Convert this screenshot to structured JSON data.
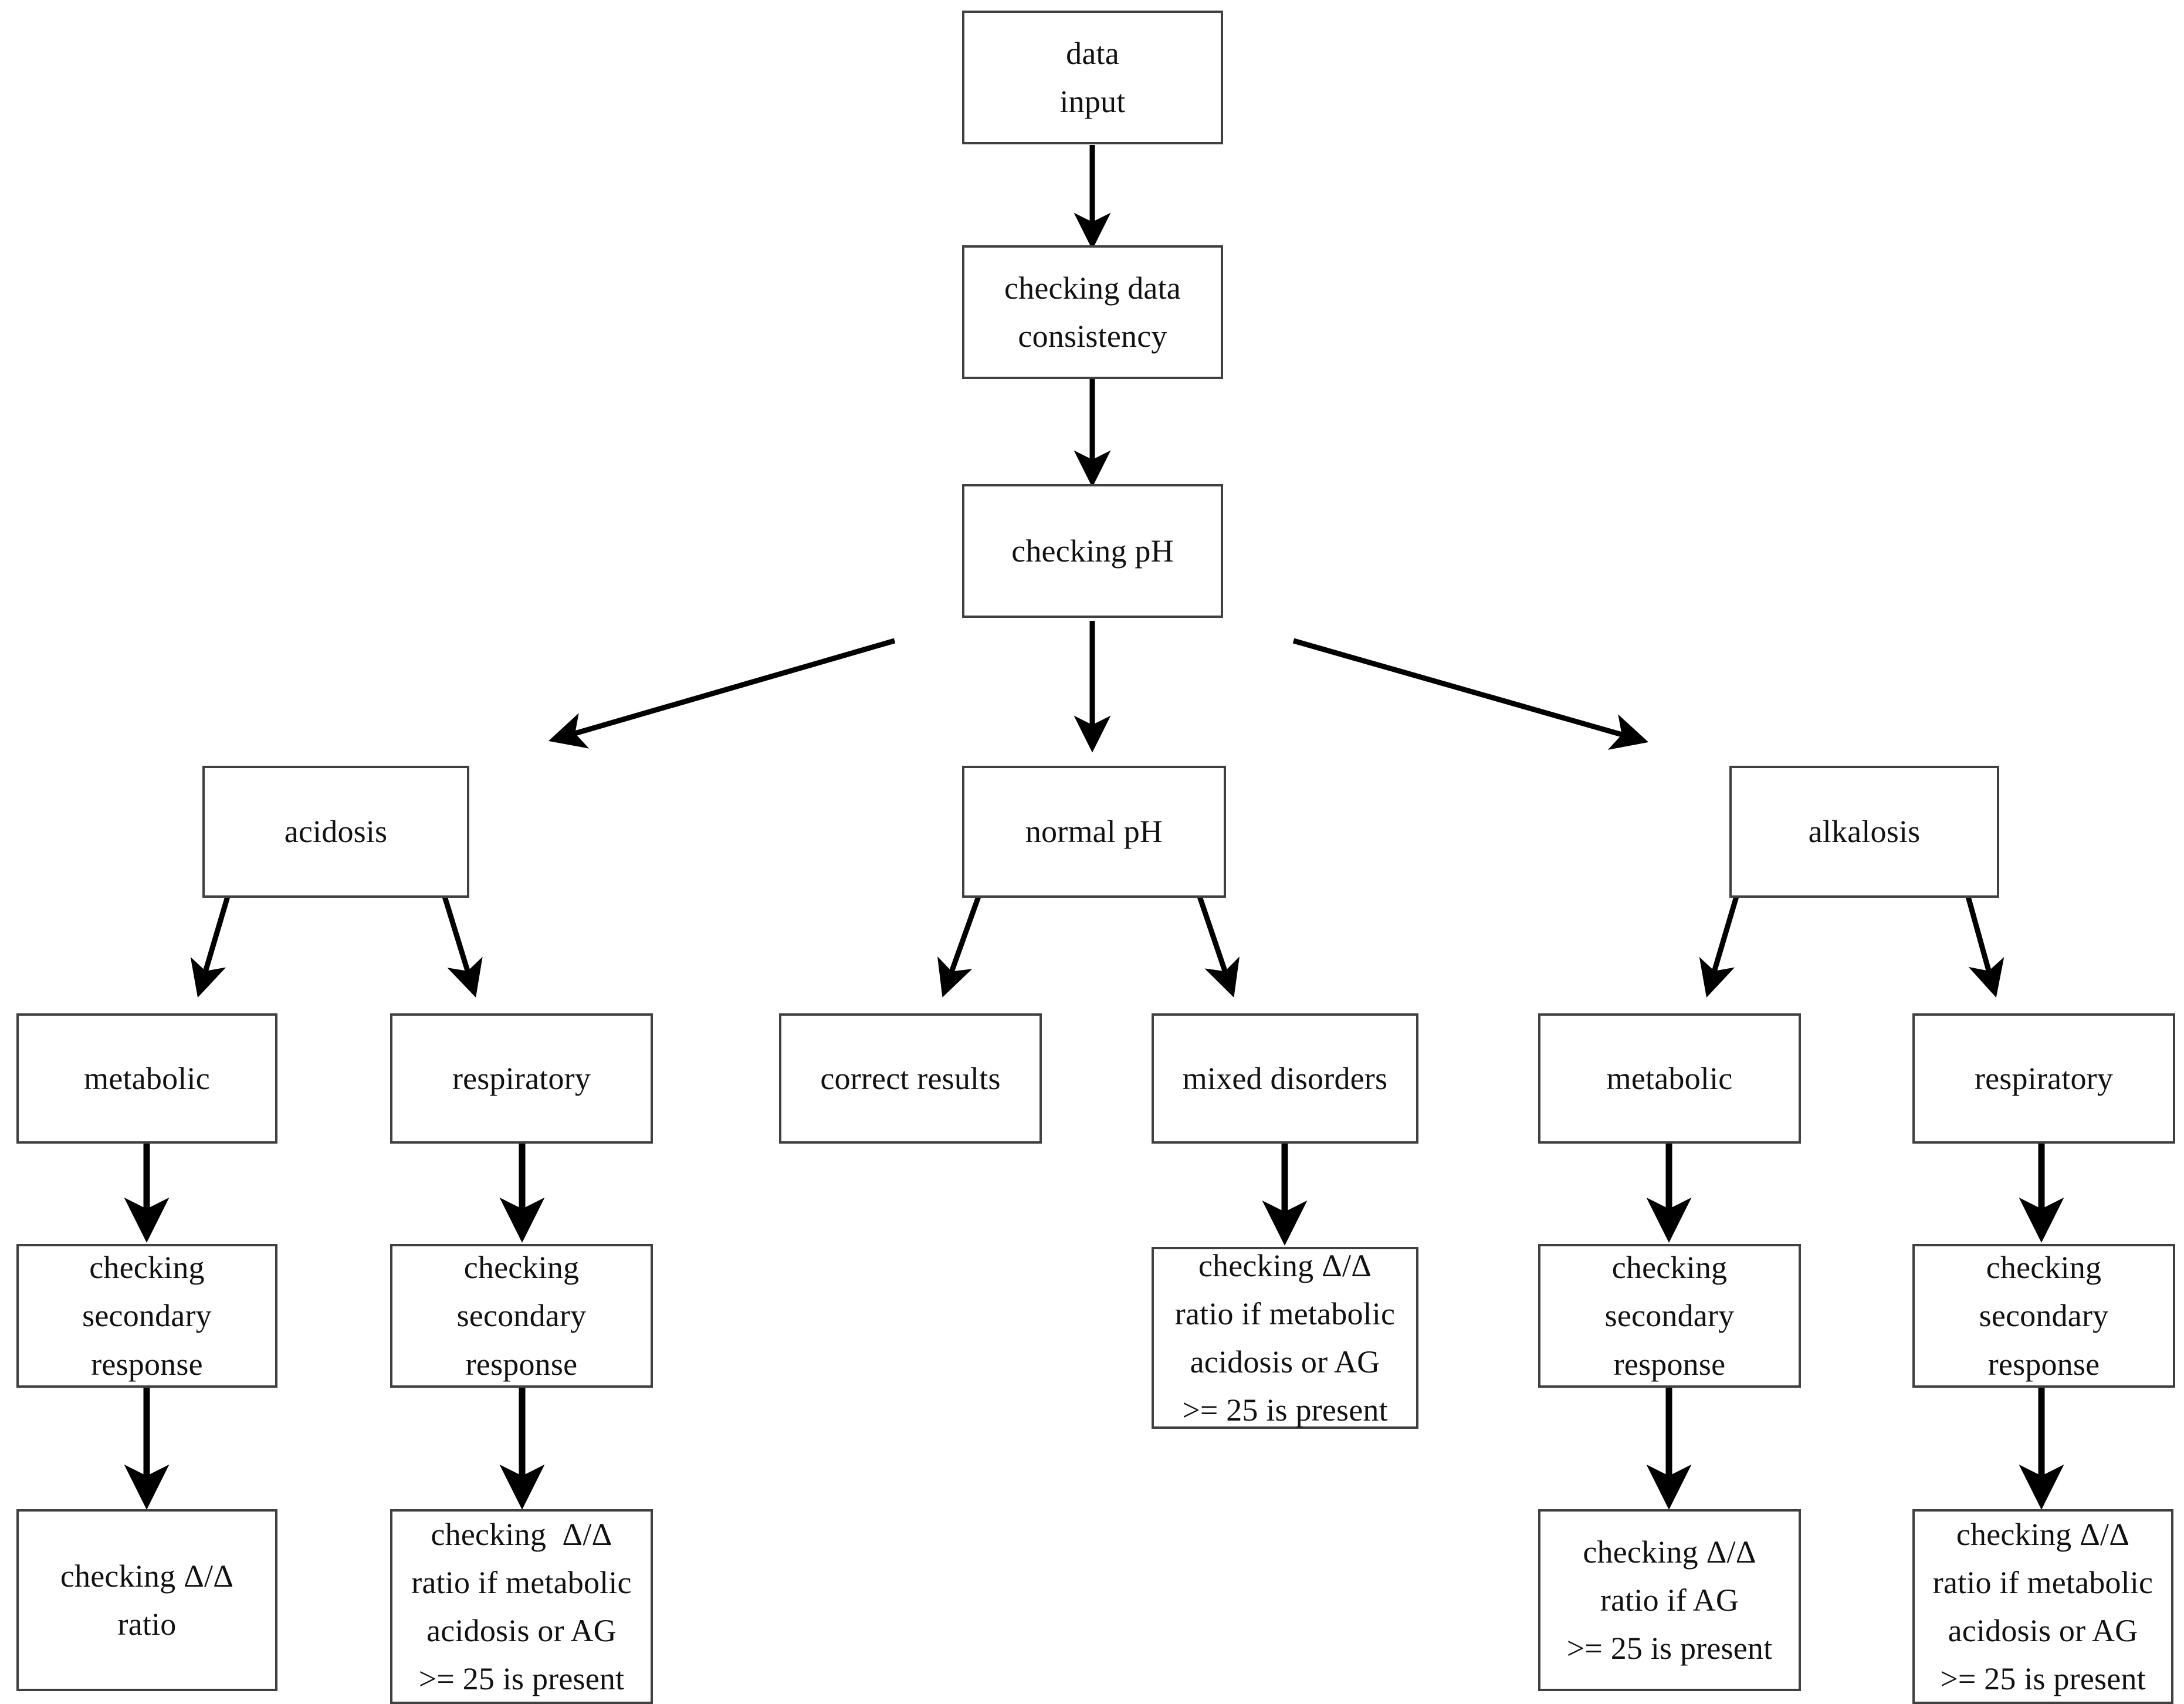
{
  "diagram": {
    "title": "blood gas analysis decision flowchart",
    "background_color": "#ffffff",
    "box_border_color": "#404040",
    "text_color": "#111111",
    "arrow_color": "#000000"
  },
  "nodes": {
    "data_input": {
      "lines": [
        "data",
        "input"
      ]
    },
    "checking_data_consistency": {
      "lines": [
        "checking data",
        "consistency"
      ]
    },
    "checking_ph": {
      "lines": [
        "checking pH"
      ]
    },
    "acidosis": {
      "lines": [
        "acidosis"
      ]
    },
    "normal_ph": {
      "lines": [
        "normal pH"
      ]
    },
    "alkalosis": {
      "lines": [
        "alkalosis"
      ]
    },
    "acidosis_metabolic": {
      "lines": [
        "metabolic"
      ]
    },
    "acidosis_respiratory": {
      "lines": [
        "respiratory"
      ]
    },
    "correct_results": {
      "lines": [
        "correct results"
      ]
    },
    "mixed_disorders": {
      "lines": [
        "mixed disorders"
      ]
    },
    "alkalosis_metabolic": {
      "lines": [
        "metabolic"
      ]
    },
    "alkalosis_respiratory": {
      "lines": [
        "respiratory"
      ]
    },
    "acidosis_metabolic_secondary": {
      "lines": [
        "checking",
        "secondary",
        "response"
      ]
    },
    "acidosis_respiratory_secondary": {
      "lines": [
        "checking",
        "secondary",
        "response"
      ]
    },
    "alkalosis_metabolic_secondary": {
      "lines": [
        "checking",
        "secondary",
        "response"
      ]
    },
    "alkalosis_respiratory_secondary": {
      "lines": [
        "checking",
        "secondary",
        "response"
      ]
    },
    "mixed_disorders_delta": {
      "lines": [
        "checking Δ/Δ",
        "ratio if metabolic",
        "acidosis or AG",
        ">= 25 is present"
      ]
    },
    "acidosis_metabolic_delta": {
      "lines": [
        "checking Δ/Δ",
        "ratio"
      ]
    },
    "acidosis_respiratory_delta": {
      "lines": [
        "checking  Δ/Δ",
        "ratio if metabolic",
        "acidosis or AG",
        ">= 25 is present"
      ]
    },
    "alkalosis_metabolic_delta": {
      "lines": [
        "checking Δ/Δ",
        "ratio if AG",
        ">= 25 is present"
      ]
    },
    "alkalosis_respiratory_delta": {
      "lines": [
        "checking Δ/Δ",
        "ratio if metabolic",
        "acidosis or AG",
        ">= 25 is present"
      ]
    }
  },
  "edges": [
    {
      "from": "data_input",
      "to": "checking_data_consistency",
      "kind": "vertical-arrow"
    },
    {
      "from": "checking_data_consistency",
      "to": "checking_ph",
      "kind": "vertical-arrow"
    },
    {
      "from": "checking_ph",
      "to": "acidosis",
      "kind": "diagonal-arrow-left"
    },
    {
      "from": "checking_ph",
      "to": "normal_ph",
      "kind": "vertical-arrow"
    },
    {
      "from": "checking_ph",
      "to": "alkalosis",
      "kind": "diagonal-arrow-right"
    },
    {
      "from": "acidosis",
      "to": "acidosis_metabolic",
      "kind": "diagonal-arrow-left"
    },
    {
      "from": "acidosis",
      "to": "acidosis_respiratory",
      "kind": "diagonal-arrow-right"
    },
    {
      "from": "normal_ph",
      "to": "correct_results",
      "kind": "diagonal-arrow-left"
    },
    {
      "from": "normal_ph",
      "to": "mixed_disorders",
      "kind": "diagonal-arrow-right"
    },
    {
      "from": "alkalosis",
      "to": "alkalosis_metabolic",
      "kind": "diagonal-arrow-left"
    },
    {
      "from": "alkalosis",
      "to": "alkalosis_respiratory",
      "kind": "diagonal-arrow-right"
    },
    {
      "from": "acidosis_metabolic",
      "to": "acidosis_metabolic_secondary",
      "kind": "vertical-arrow"
    },
    {
      "from": "acidosis_respiratory",
      "to": "acidosis_respiratory_secondary",
      "kind": "vertical-arrow"
    },
    {
      "from": "mixed_disorders",
      "to": "mixed_disorders_delta",
      "kind": "vertical-arrow"
    },
    {
      "from": "alkalosis_metabolic",
      "to": "alkalosis_metabolic_secondary",
      "kind": "vertical-arrow"
    },
    {
      "from": "alkalosis_respiratory",
      "to": "alkalosis_respiratory_secondary",
      "kind": "vertical-arrow"
    },
    {
      "from": "acidosis_metabolic_secondary",
      "to": "acidosis_metabolic_delta",
      "kind": "vertical-arrow"
    },
    {
      "from": "acidosis_respiratory_secondary",
      "to": "acidosis_respiratory_delta",
      "kind": "vertical-arrow"
    },
    {
      "from": "alkalosis_metabolic_secondary",
      "to": "alkalosis_metabolic_delta",
      "kind": "vertical-arrow"
    },
    {
      "from": "alkalosis_respiratory_secondary",
      "to": "alkalosis_respiratory_delta",
      "kind": "vertical-arrow"
    }
  ]
}
